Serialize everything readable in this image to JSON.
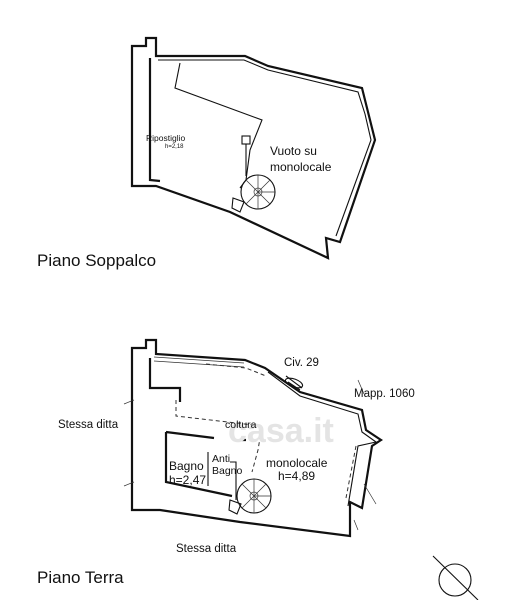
{
  "upper_floor": {
    "title": "Piano Soppalco",
    "storage_label": "Ripostiglio",
    "storage_height": "h=2,18",
    "void_label_1": "Vuoto su",
    "void_label_2": "monolocale"
  },
  "ground_floor": {
    "title": "Piano Terra",
    "civic_number": "Civ. 29",
    "parcel": "Mapp. 1060",
    "neighbor_left": "Stessa ditta",
    "neighbor_bottom": "Stessa ditta",
    "coltura_label": "coltura",
    "bathroom_label": "Bagno",
    "bathroom_height": "h=2,47",
    "antibath_label_1": "Anti",
    "antibath_label_2": "Bagno",
    "studio_label": "monolocale",
    "studio_height": "h=4,89"
  },
  "watermark": "casa.it"
}
